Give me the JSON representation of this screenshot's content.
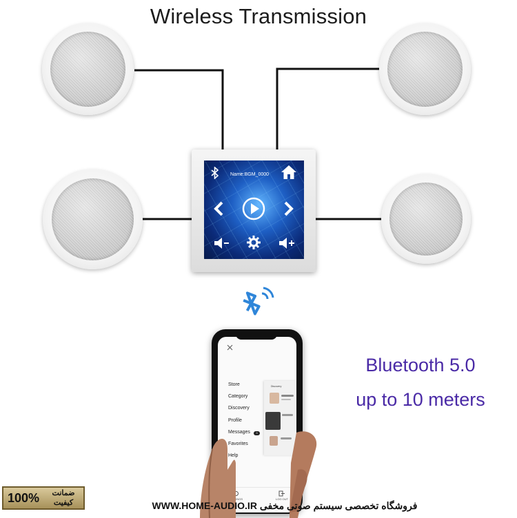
{
  "title": "Wireless Transmission",
  "panel": {
    "device_name": "Name:BGM_0000"
  },
  "bluetooth": {
    "line1": "Bluetooth 5.0",
    "line2": "up to 10 meters"
  },
  "phone_app": {
    "menu": [
      "Store",
      "Category",
      "Discovery",
      "Profile",
      "Messages",
      "Favorites",
      "Help"
    ],
    "messages_badge": "3",
    "preview_title": "Discovery",
    "bottom_left": "SETTINGS",
    "bottom_right": "LOG OUT"
  },
  "badge": {
    "percent": "100%",
    "text": "ضمانت کیفیت"
  },
  "footer": "فروشگاه تخصصی سیستم صوتی مخفی WWW.HOME-AUDIO.IR",
  "colors": {
    "accent_text": "#4a2aa6",
    "bluetooth_icon": "#2f86d9",
    "screen_blue": "#1e5fc4"
  },
  "icons": [
    "bluetooth-icon",
    "home-icon",
    "chevron-left-icon",
    "play-icon",
    "chevron-right-icon",
    "volume-down-icon",
    "gear-icon",
    "volume-up-icon",
    "wireless-signal-icon",
    "close-icon"
  ]
}
